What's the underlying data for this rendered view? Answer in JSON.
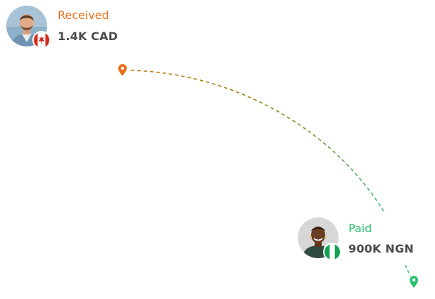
{
  "sender": {
    "status": "Received",
    "amount": "1.4K CAD",
    "status_color": "#e8711a",
    "flag_icon": "canada-flag-icon"
  },
  "recipient": {
    "status": "Paid",
    "amount": "900K NGN",
    "status_color": "#2bc26f",
    "flag_icon": "nigeria-flag-icon"
  },
  "route": {
    "start_pin_color": "#e8711a",
    "end_pin_color": "#2bc26f",
    "start_pin_icon": "map-pin-icon",
    "end_pin_icon": "map-pin-icon"
  }
}
